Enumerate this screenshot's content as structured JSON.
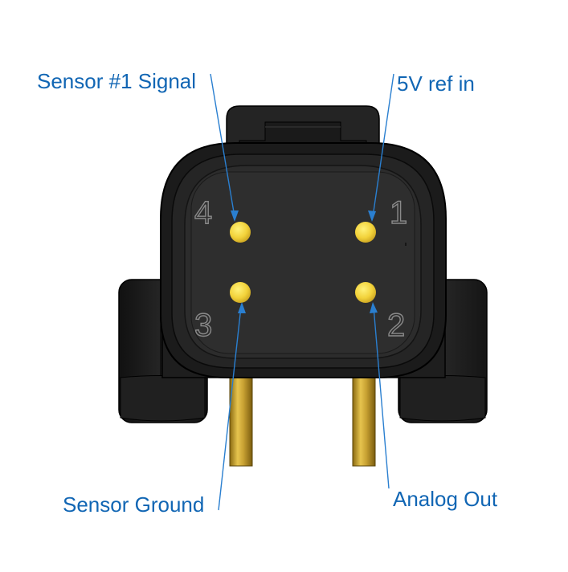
{
  "labels": {
    "sensor1_signal": "Sensor #1 Signal",
    "ref_5v": "5V ref in",
    "sensor_ground": "Sensor Ground",
    "analog_out": "Analog Out"
  },
  "pin_numbers": {
    "pin1": "1",
    "pin2": "2",
    "pin3": "3",
    "pin4": "4"
  },
  "colors": {
    "label_text": "#1166b4",
    "leader_line": "#2a7fd0",
    "housing_dark": "#1b1b1b",
    "housing_mid": "#2c2c2c",
    "pin_contact": "#f2d23a",
    "terminal_brass": "#c9a233"
  }
}
